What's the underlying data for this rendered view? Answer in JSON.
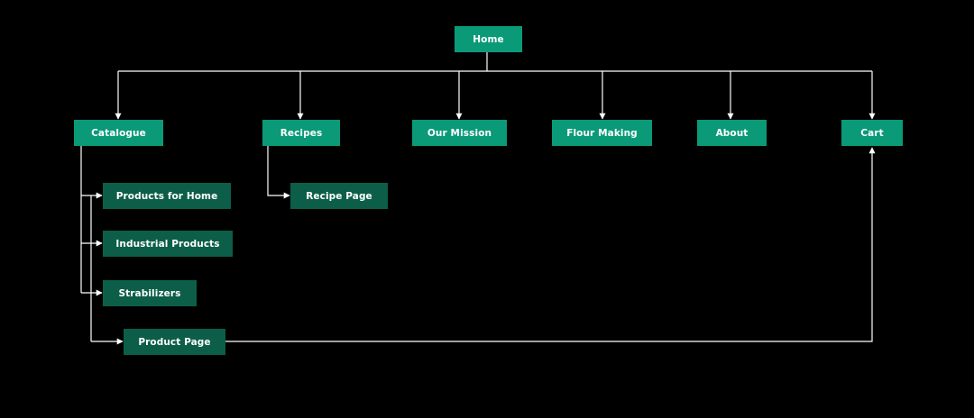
{
  "colors": {
    "background": "#000000",
    "primary_node": "#0a9a78",
    "secondary_node": "#0c5e48",
    "connector": "#ffffff"
  },
  "nodes": {
    "home": "Home",
    "catalogue": "Catalogue",
    "recipes": "Recipes",
    "our_mission": "Our Mission",
    "flour_making": "Flour Making",
    "about": "About",
    "cart": "Cart",
    "products_for_home": "Products for Home",
    "industrial_products": "Industrial Products",
    "strabilizers": "Strabilizers",
    "product_page": "Product Page",
    "recipe_page": "Recipe Page"
  },
  "edges": [
    {
      "from": "home",
      "to": "catalogue"
    },
    {
      "from": "home",
      "to": "recipes"
    },
    {
      "from": "home",
      "to": "our_mission"
    },
    {
      "from": "home",
      "to": "flour_making"
    },
    {
      "from": "home",
      "to": "about"
    },
    {
      "from": "home",
      "to": "cart"
    },
    {
      "from": "catalogue",
      "to": "products_for_home"
    },
    {
      "from": "catalogue",
      "to": "industrial_products"
    },
    {
      "from": "catalogue",
      "to": "strabilizers"
    },
    {
      "from": "catalogue",
      "to": "product_page"
    },
    {
      "from": "recipes",
      "to": "recipe_page"
    },
    {
      "from": "product_page",
      "to": "cart"
    }
  ]
}
